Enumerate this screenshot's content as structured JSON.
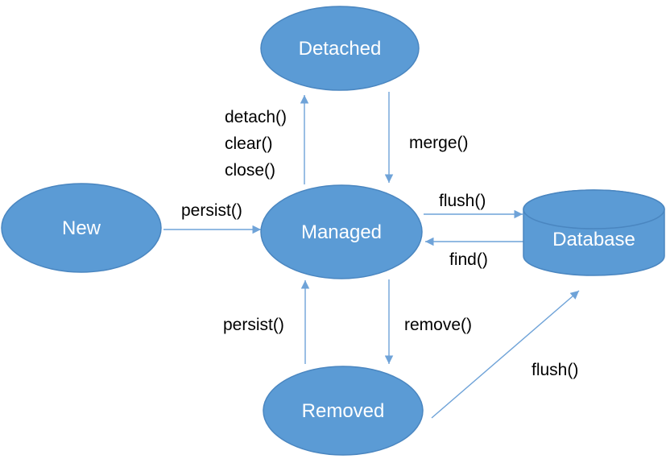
{
  "colors": {
    "shape-fill": "#5b9bd5",
    "shape-border": "#4a86c0",
    "arrow": "#6fa3d8",
    "edge-label": "#000000",
    "node-label": "#ffffff",
    "background": "#ffffff"
  },
  "nodes": {
    "new": {
      "label": "New",
      "shape": "ellipse"
    },
    "managed": {
      "label": "Managed",
      "shape": "ellipse"
    },
    "detached": {
      "label": "Detached",
      "shape": "ellipse"
    },
    "removed": {
      "label": "Removed",
      "shape": "ellipse"
    },
    "database": {
      "label": "Database",
      "shape": "cylinder"
    }
  },
  "edges": {
    "new_to_managed": {
      "from": "New",
      "to": "Managed",
      "label": "persist()"
    },
    "managed_to_detached": {
      "from": "Managed",
      "to": "Detached",
      "labels": [
        "detach()",
        "clear()",
        "close()"
      ]
    },
    "detached_to_managed": {
      "from": "Detached",
      "to": "Managed",
      "label": "merge()"
    },
    "managed_to_database": {
      "from": "Managed",
      "to": "Database",
      "label": "flush()"
    },
    "database_to_managed": {
      "from": "Database",
      "to": "Managed",
      "label": "find()"
    },
    "managed_to_removed": {
      "from": "Managed",
      "to": "Removed",
      "label": "remove()"
    },
    "removed_to_managed": {
      "from": "Removed",
      "to": "Managed",
      "label": "persist()"
    },
    "removed_to_database": {
      "from": "Removed",
      "to": "Database",
      "label": "flush()"
    }
  }
}
